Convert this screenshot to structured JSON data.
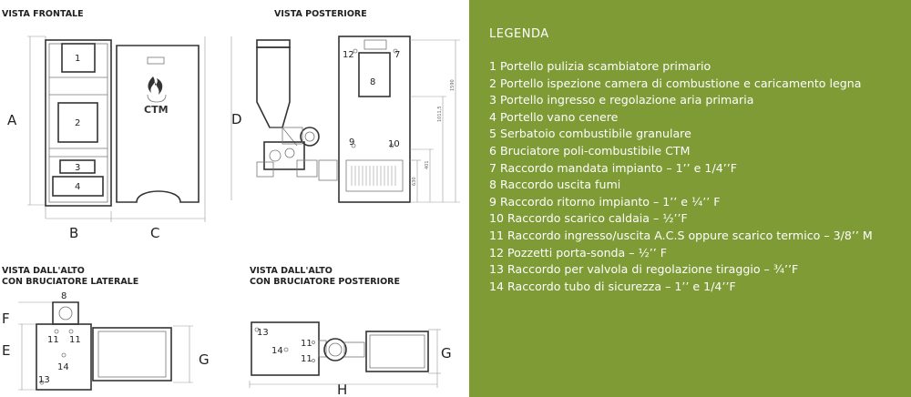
{
  "views": {
    "front_title": "VISTA FRONTALE",
    "rear_title": "VISTA POSTERIORE",
    "top_side_title_1": "VISTA DALL'ALTO",
    "top_side_title_2": "CON BRUCIATORE LATERALE",
    "top_rear_title_1": "VISTA DALL'ALTO",
    "top_rear_title_2": "CON BRUCIATORE POSTERIORE"
  },
  "dims": {
    "A": "A",
    "B": "B",
    "C": "C",
    "D": "D",
    "E": "E",
    "F": "F",
    "G": "G",
    "H": "H"
  },
  "markers": {
    "n1": "1",
    "n2": "2",
    "n3": "3",
    "n4": "4",
    "n7": "7",
    "n8": "8",
    "n9": "9",
    "n10": "10",
    "n11": "11",
    "n12": "12",
    "n13": "13",
    "n14": "14"
  },
  "logo_text": "CTM",
  "rear_dims": {
    "d1": "1590",
    "d2": "1011,5",
    "d3": "401",
    "d4": "630"
  },
  "legend": {
    "title": "LEGENDA",
    "items": [
      "1 Portello pulizia scambiatore primario",
      "2 Portello ispezione camera di combustione e caricamento legna",
      "3 Portello ingresso e regolazione aria primaria",
      "4 Portello vano cenere",
      "5 Serbatoio combustibile granulare",
      "6 Bruciatore poli-combustibile CTM",
      "7 Raccordo mandata impianto – 1’’ e 1/4’’F",
      "8 Raccordo uscita fumi",
      "9 Raccordo ritorno impianto – 1’’ e ¼’’ F",
      "10 Raccordo scarico caldaia – ½’’F",
      "11 Raccordo ingresso/uscita A.C.S oppure scarico termico – 3/8’’ M",
      "12 Pozzetti porta-sonda – ½’’ F",
      "13 Raccordo per valvola di regolazione tiraggio – ¾’’F",
      "14 Raccordo tubo di sicurezza – 1’’ e 1/4’’F"
    ]
  }
}
